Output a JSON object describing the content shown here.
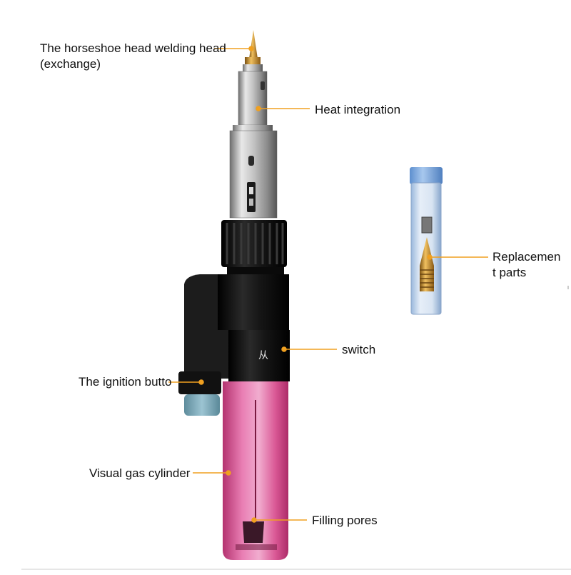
{
  "labels": {
    "head_line1": "The horseshoe head welding head",
    "head_line2": "(exchange)",
    "heat": "Heat integration",
    "replacement_line1": "Replacemen",
    "replacement_line2": "t parts",
    "switch": "switch",
    "ignition": "The ignition butto",
    "gas": "Visual gas cylinder",
    "filling": "Filling pores"
  },
  "colors": {
    "leader": "#f0a020",
    "barrel_metal": "#b8b8b8",
    "body_black": "#111111",
    "cylinder_pink": "#d0407a",
    "ignition_button": "#7aa8b8",
    "case_blue": "#a8c8e8",
    "brass": "#c89030"
  }
}
